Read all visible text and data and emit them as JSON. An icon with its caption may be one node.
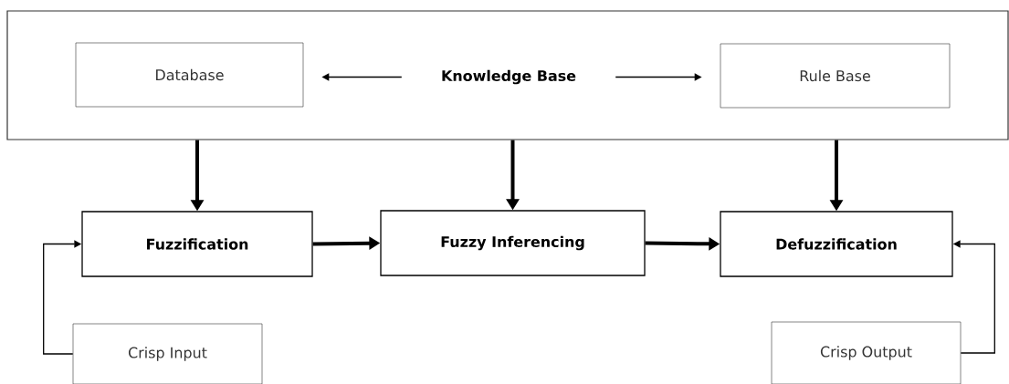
{
  "diagram": {
    "nodes": [
      {
        "text": [],
        "shape": "box"
      },
      {
        "text": [
          "Database"
        ],
        "in": 0
      },
      {
        "text": [
          "Knowledge Base"
        ],
        "in": 0
      },
      {
        "text": [
          "Rule Base"
        ],
        "in": 0
      },
      {
        "text": [
          "Fuzzification"
        ]
      },
      {
        "text": [
          "Fuzzy Inferencing"
        ]
      },
      {
        "text": [
          "Defuzzification"
        ]
      },
      {
        "text": [
          "Crisp Input"
        ]
      },
      {
        "text": [
          "Crisp Output"
        ]
      }
    ],
    "edges": [
      {
        "from": 2,
        "to": 1,
        "arrow": "to"
      },
      {
        "from": 2,
        "to": 3,
        "arrow": "to"
      },
      {
        "from": 0,
        "to": 4,
        "arrow": "to"
      },
      {
        "from": 0,
        "to": 5,
        "arrow": "to"
      },
      {
        "from": 0,
        "to": 6,
        "arrow": "to"
      },
      {
        "from": 4,
        "to": 5,
        "arrow": "to"
      },
      {
        "from": 5,
        "to": 6,
        "arrow": "to"
      },
      {
        "from": 7,
        "to": 4,
        "arrow": "to"
      },
      {
        "from": 8,
        "to": 6,
        "arrow": "to"
      }
    ]
  }
}
